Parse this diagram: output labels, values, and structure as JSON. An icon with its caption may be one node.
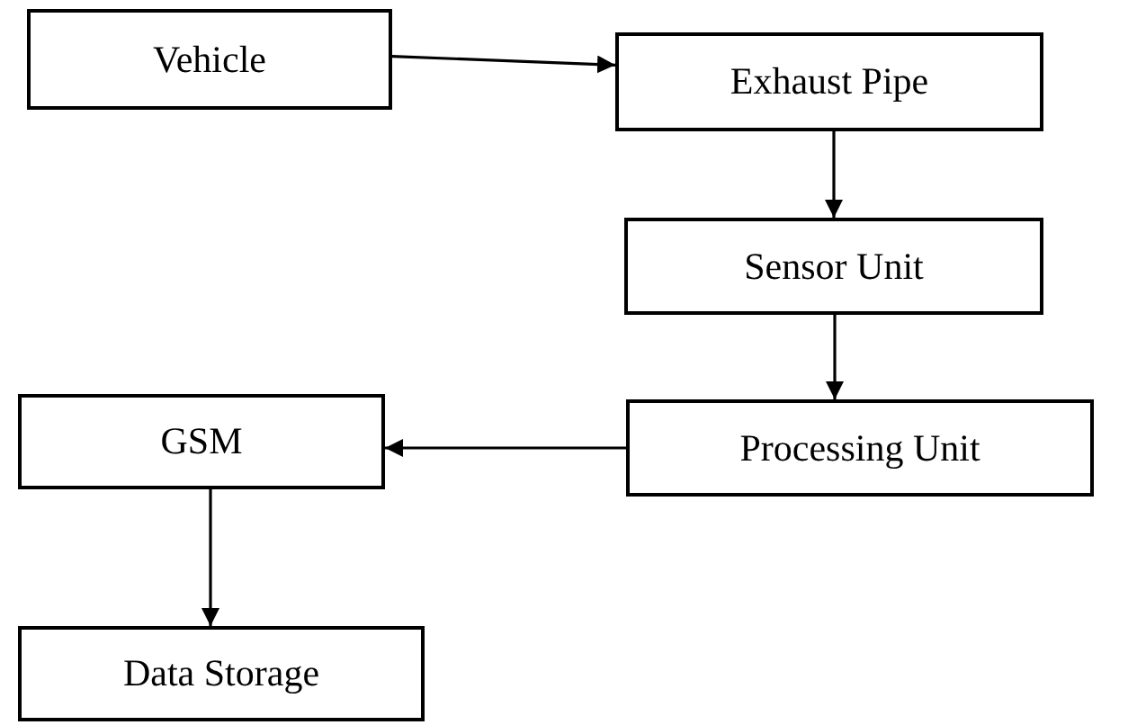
{
  "diagram": {
    "nodes": [
      {
        "text": [
          "Vehicle"
        ]
      },
      {
        "text": [
          "Exhaust Pipe"
        ]
      },
      {
        "text": [
          "Sensor Unit"
        ]
      },
      {
        "text": [
          "Processing Unit"
        ]
      },
      {
        "text": [
          "GSM"
        ]
      },
      {
        "text": [
          "Data Storage"
        ]
      }
    ],
    "edges": [
      {
        "from": 0,
        "to": 1,
        "arrow": "to"
      },
      {
        "from": 1,
        "to": 2,
        "arrow": "to"
      },
      {
        "from": 2,
        "to": 3,
        "arrow": "to"
      },
      {
        "from": 3,
        "to": 4,
        "arrow": "to"
      },
      {
        "from": 4,
        "to": 5,
        "arrow": "to"
      }
    ]
  }
}
